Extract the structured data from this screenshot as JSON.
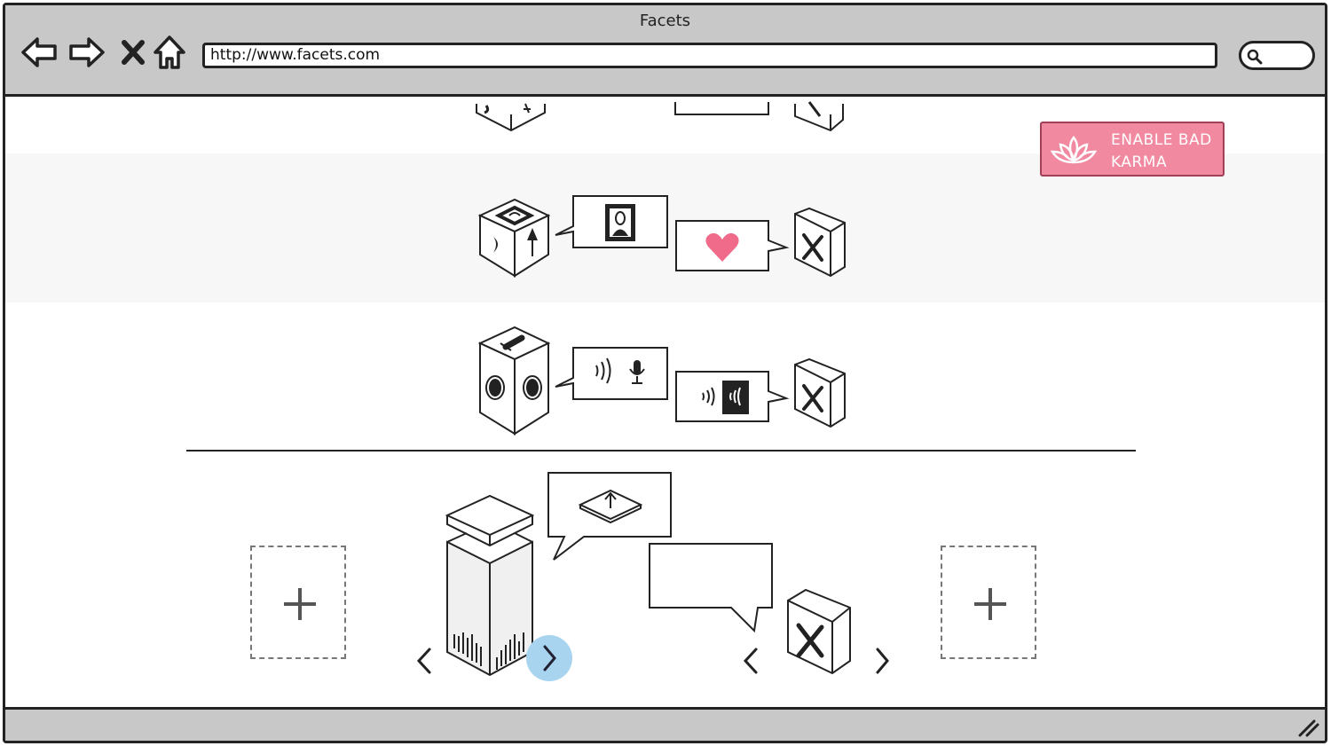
{
  "window": {
    "title": "Facets"
  },
  "toolbar": {
    "icons": [
      "back-arrow-icon",
      "forward-arrow-icon",
      "close-x-icon",
      "home-icon",
      "search-icon"
    ]
  },
  "address_bar": {
    "url": "http://www.facets.com"
  },
  "karma_button": {
    "label": "ENABLE BAD KARMA",
    "icon": "lotus-icon",
    "background": "#f18aa0"
  },
  "colors": {
    "heart": "#f06b8a",
    "active_chevron": "#a8d4f0",
    "chrome": "#c8c8c8"
  },
  "facet_rows": [
    {
      "cube": "art-cube",
      "bubble_1": "mona-lisa-frame-icon",
      "bubble_2": "heart-icon",
      "action": "remove-x-icon"
    },
    {
      "cube": "speaker-cube",
      "bubble_1": "sound-mic-icon",
      "bubble_2": "sound-wave-icon",
      "action": "remove-x-icon"
    }
  ],
  "editor_row": {
    "cube": "tower-upload-cube",
    "bubble_1": "upload-tile-icon",
    "bubble_2": "empty",
    "action": "remove-x-icon"
  }
}
